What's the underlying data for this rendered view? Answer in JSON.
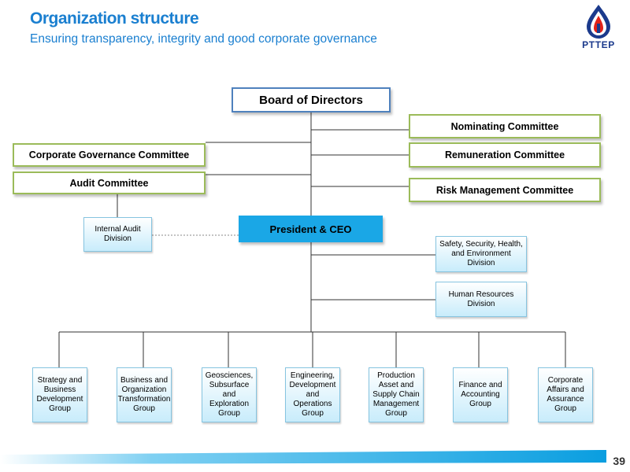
{
  "header": {
    "title": "Organization structure",
    "subtitle": "Ensuring transparency, integrity and good corporate governance"
  },
  "logo": {
    "text": "PTTEP",
    "icon": "pttep-logo-icon"
  },
  "board": "Board of Directors",
  "committees": {
    "nominating": "Nominating Committee",
    "remuneration": "Remuneration Committee",
    "risk": "Risk Management Committee",
    "governance": "Corporate Governance Committee",
    "audit": "Audit Committee"
  },
  "internal_audit": "Internal Audit Division",
  "ceo": "President & CEO",
  "staff_units": {
    "sshe": "Safety, Security, Health, and Environment Division",
    "hr": "Human Resources Division"
  },
  "groups": [
    "Strategy and Business Development Group",
    "Business and Organization Transformation Group",
    "Geosciences, Subsurface and Exploration Group",
    "Engineering, Development and Operations Group",
    "Production Asset and Supply Chain Management Group",
    "Finance and Accounting Group",
    "Corporate Affairs and Assurance Group"
  ],
  "page_number": "39",
  "colors": {
    "title": "#1a7fd0",
    "board_border": "#4f81bd",
    "committee_border": "#9bbb59",
    "ceo_fill": "#1aa7e6",
    "unit_fill": "#c8ecfb"
  }
}
